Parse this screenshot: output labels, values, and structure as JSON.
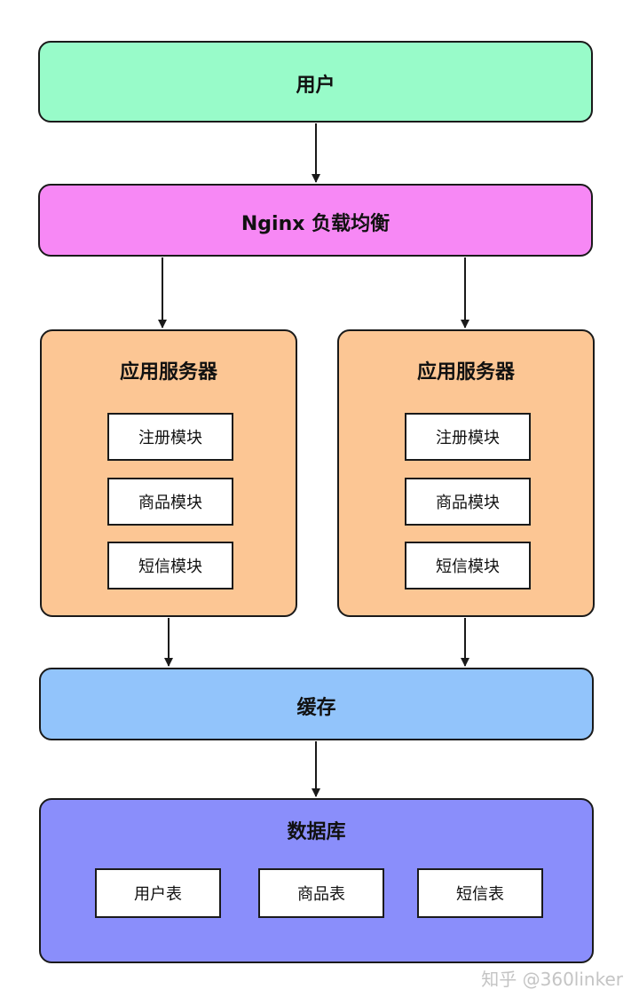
{
  "user": {
    "label": "用户"
  },
  "load_balancer": {
    "label": "Nginx 负载均衡"
  },
  "app_servers": [
    {
      "title": "应用服务器",
      "modules": [
        "注册模块",
        "商品模块",
        "短信模块"
      ]
    },
    {
      "title": "应用服务器",
      "modules": [
        "注册模块",
        "商品模块",
        "短信模块"
      ]
    }
  ],
  "cache": {
    "label": "缓存"
  },
  "database": {
    "title": "数据库",
    "tables": [
      "用户表",
      "商品表",
      "短信表"
    ]
  },
  "watermark": "知乎 @360linker",
  "colors": {
    "user": "#98fbc9",
    "load_balancer": "#f788f5",
    "app_server": "#fcc694",
    "cache": "#92c4fb",
    "database": "#8a8efb"
  }
}
